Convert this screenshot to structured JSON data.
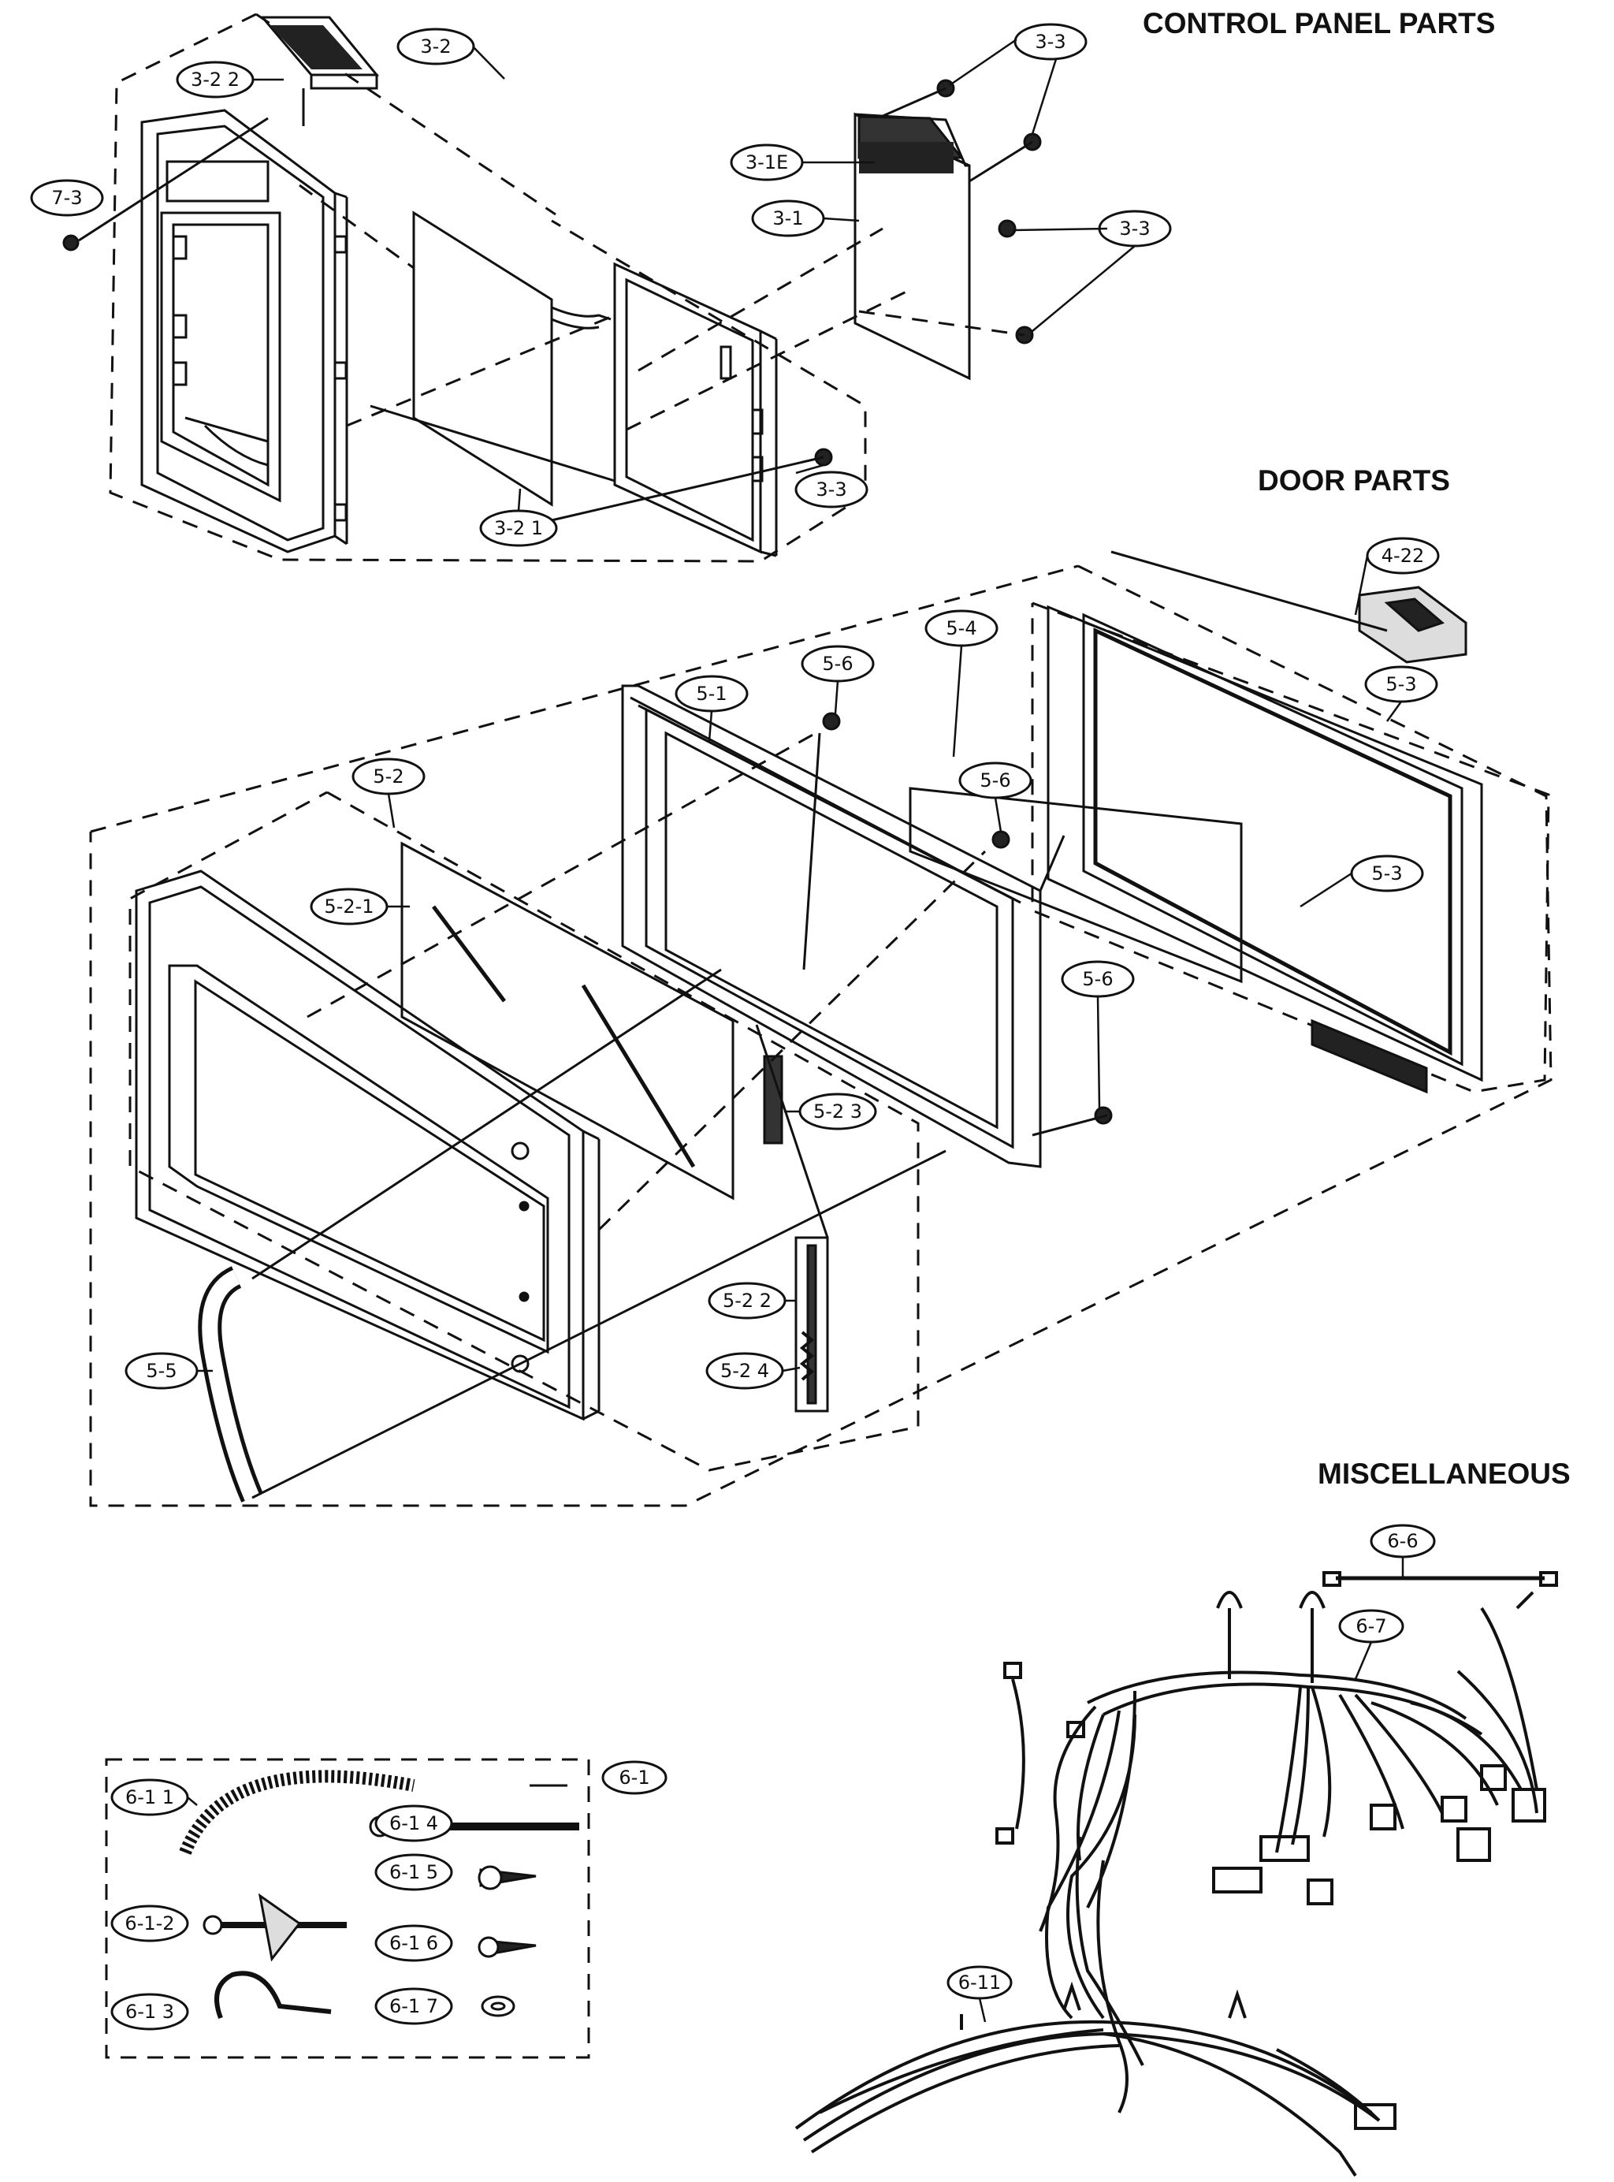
{
  "headings": {
    "control_panel": "CONTROL PANEL PARTS",
    "door": "DOOR PARTS",
    "misc": "MISCELLANEOUS"
  },
  "labels": {
    "c32": "3-2",
    "c322": "3-2 2",
    "c73": "7-3",
    "c33a": "3-3",
    "c31e": "3-1E",
    "c31": "3-1",
    "c33b": "3-3",
    "c33c": "3-3",
    "c321": "3-2 1",
    "c422": "4-22",
    "c53a": "5-3",
    "c54": "5-4",
    "c56a": "5-6",
    "c51": "5-1",
    "c56b": "5-6",
    "c52": "5-2",
    "c521": "5-2-1",
    "c53b": "5-3",
    "c56c": "5-6",
    "c523": "5-2 3",
    "c522": "5-2 2",
    "c524": "5-2 4",
    "c55": "5-5",
    "c66": "6-6",
    "c67": "6-7",
    "c611": "6-1 1",
    "c61": "6-1",
    "c614": "6-1 4",
    "c615": "6-1 5",
    "c612": "6-1-2",
    "c616": "6-1 6",
    "c613": "6-1 3",
    "c617": "6-1 7",
    "c6_11": "6-11"
  }
}
